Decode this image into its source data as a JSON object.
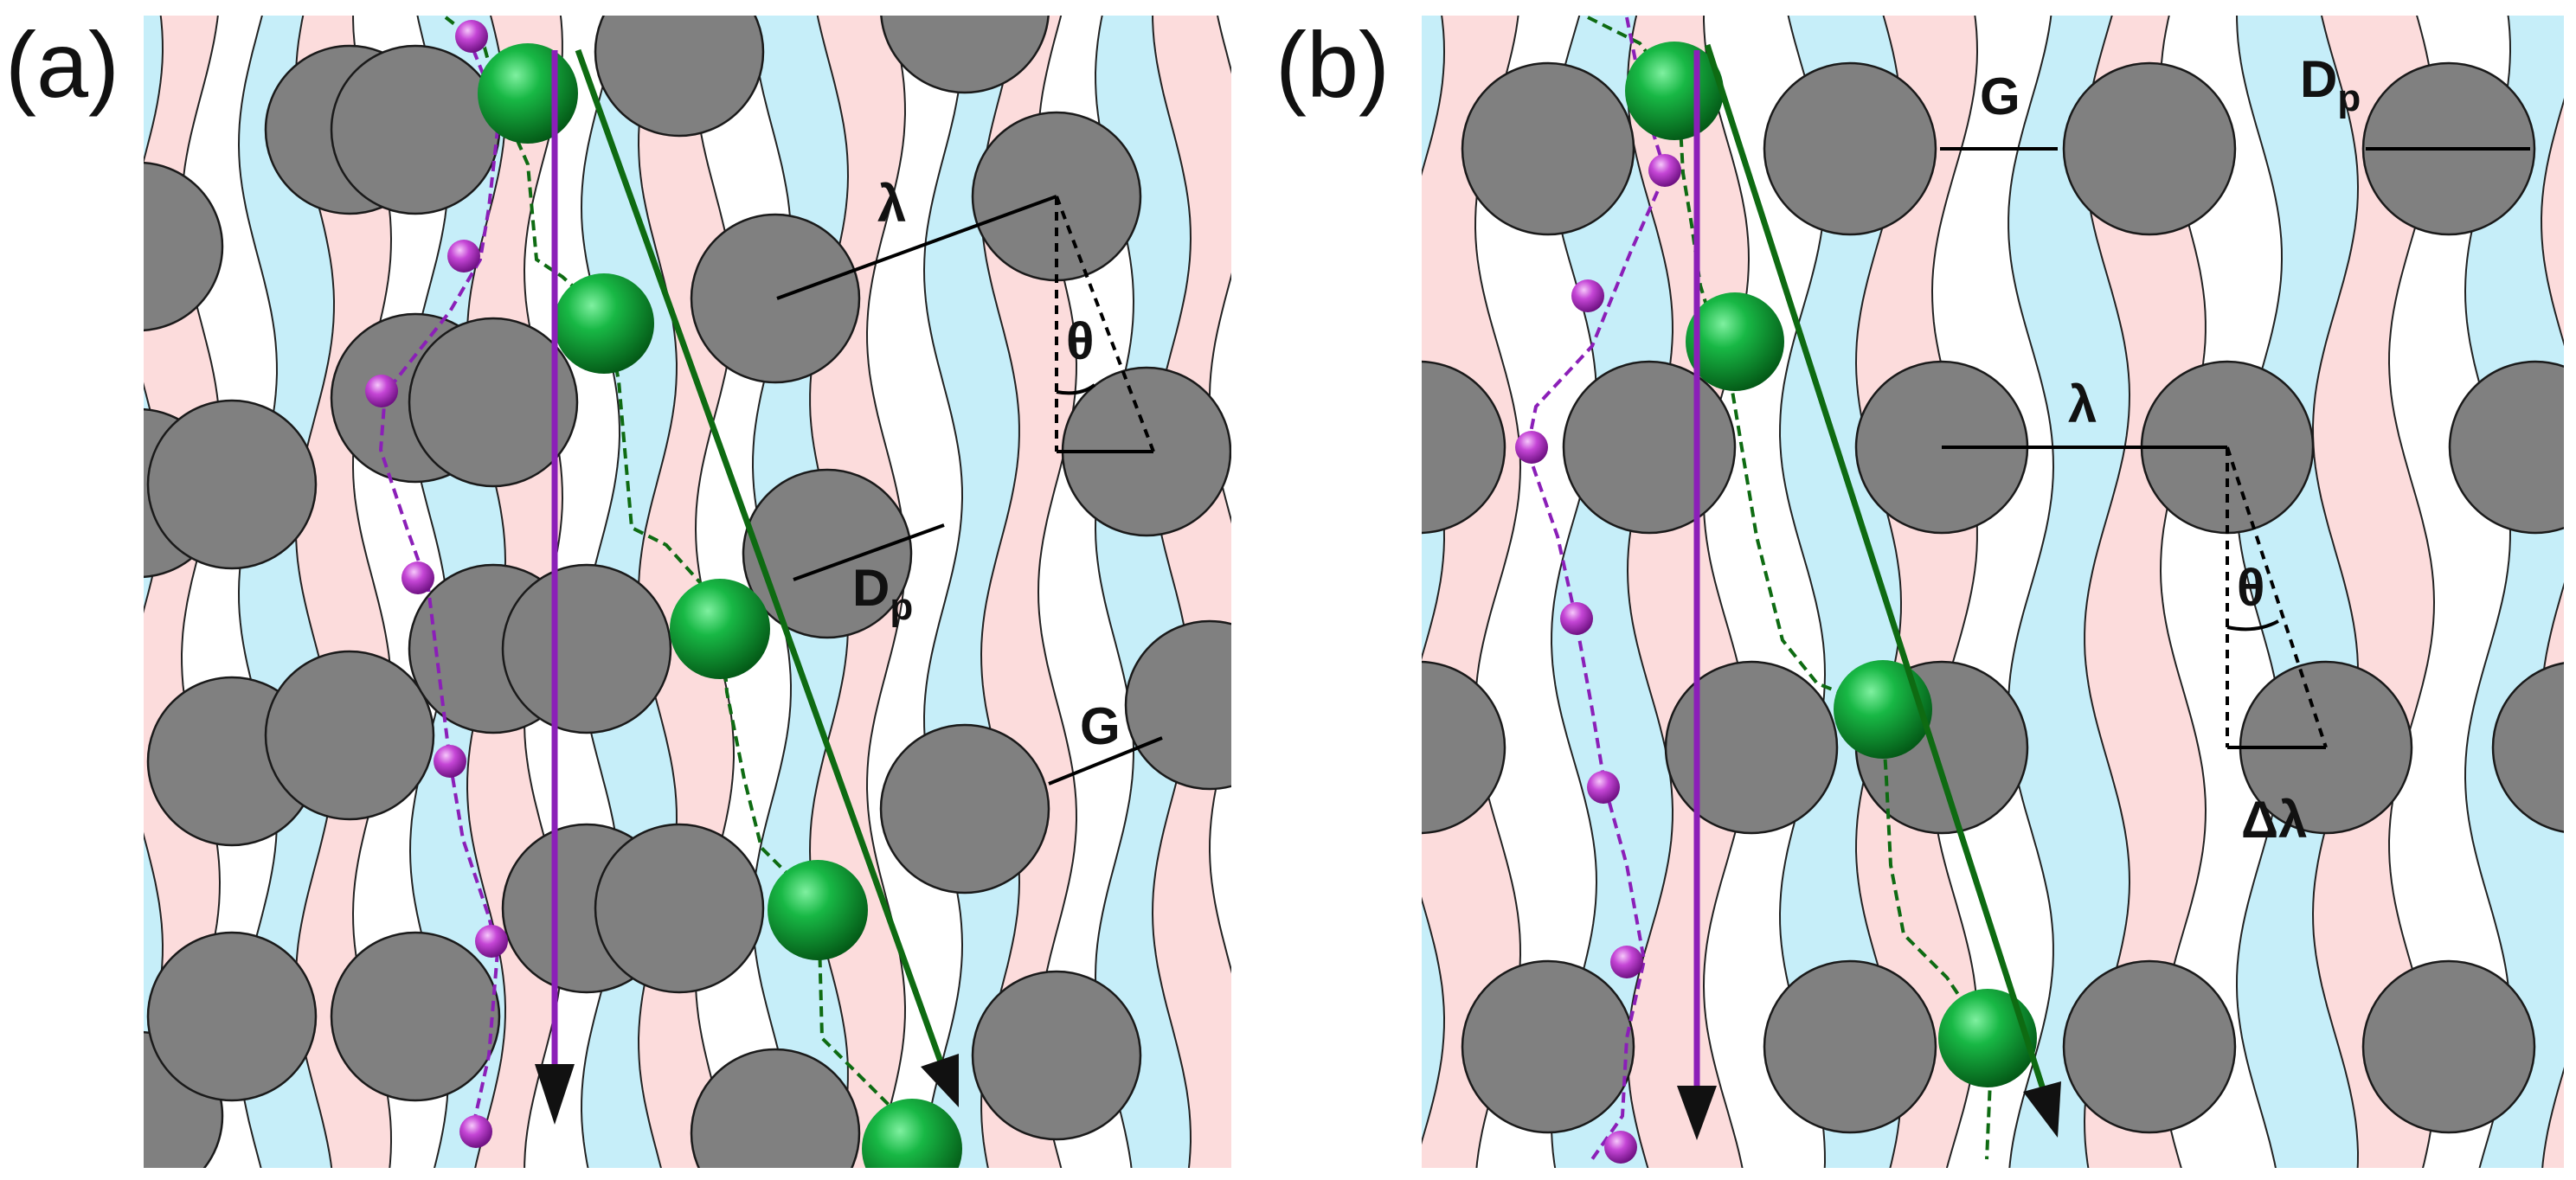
{
  "colors": {
    "post": "#808080",
    "post_outline": "#1a1a1a",
    "lane_blue": "#c6eef9",
    "lane_pink": "#fcdcdc",
    "large_particle": "#0b8a2a",
    "small_particle": "#b52dc7",
    "large_trajectory": "#0e6b12",
    "small_trajectory": "#8b1fb8",
    "arrow_head": "#111111",
    "geometry_lines": "#000000"
  },
  "panels": [
    {
      "label": "(a)",
      "annotations": {
        "lambda": "λ",
        "theta": "θ",
        "post_diameter": "D",
        "post_diameter_sub": "p",
        "gap": "G"
      }
    },
    {
      "label": "(b)",
      "annotations": {
        "lambda": "λ",
        "theta": "θ",
        "post_diameter": "D",
        "post_diameter_sub": "p",
        "gap": "G",
        "row_shift": "Δλ"
      }
    }
  ]
}
